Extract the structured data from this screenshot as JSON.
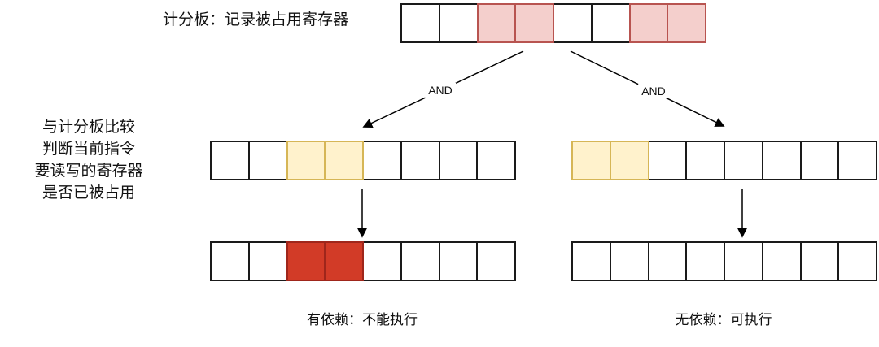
{
  "scoreboard": {
    "label": "计分板：记录被占用寄存器",
    "cells": [
      "empty",
      "empty",
      "occupied",
      "occupied",
      "empty",
      "empty",
      "occupied",
      "occupied"
    ]
  },
  "comparison_note": {
    "lines": [
      "与计分板比较",
      "判断当前指令",
      "要读写的寄存器",
      "是否已被占用"
    ]
  },
  "operators": {
    "left": "AND",
    "right": "AND"
  },
  "left_branch": {
    "instruction_cells": [
      "empty",
      "empty",
      "operand",
      "operand",
      "empty",
      "empty",
      "empty",
      "empty"
    ],
    "result_cells": [
      "empty",
      "empty",
      "conflict",
      "conflict",
      "empty",
      "empty",
      "empty",
      "empty"
    ],
    "caption": "有依赖：不能执行"
  },
  "right_branch": {
    "instruction_cells": [
      "operand",
      "operand",
      "empty",
      "empty",
      "empty",
      "empty",
      "empty",
      "empty"
    ],
    "result_cells": [
      "empty",
      "empty",
      "empty",
      "empty",
      "empty",
      "empty",
      "empty",
      "empty"
    ],
    "caption": "无依赖：可执行"
  },
  "cell_styles": {
    "empty": {
      "fill": "#ffffff",
      "stroke": "#1a1a1a"
    },
    "occupied": {
      "fill": "#f4cfcc",
      "stroke": "#b85450"
    },
    "operand": {
      "fill": "#fff2cc",
      "stroke": "#d6b656"
    },
    "conflict": {
      "fill": "#d23b27",
      "stroke": "#9f261b"
    }
  },
  "colors": {
    "arrow": "#000000",
    "text": "#111111",
    "background": "#ffffff"
  }
}
